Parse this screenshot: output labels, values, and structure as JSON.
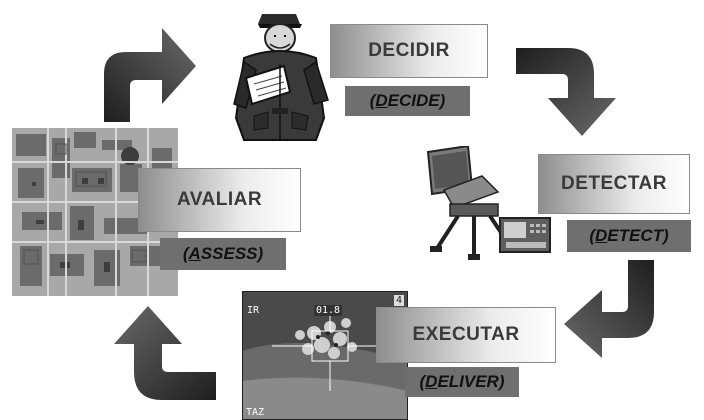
{
  "steps": [
    {
      "id": "decidir",
      "label": "DECIDIR",
      "english_prefix": "(",
      "english_initial": "D",
      "english_rest": "ECIDE)"
    },
    {
      "id": "detectar",
      "label": "DETECTAR",
      "english_prefix": "(",
      "english_initial": "D",
      "english_rest": "ETECT)"
    },
    {
      "id": "executar",
      "label": "EXECUTAR",
      "english_prefix": "(",
      "english_initial": "D",
      "english_rest": "ELIVER)"
    },
    {
      "id": "avaliar",
      "label": "AVALIAR",
      "english_prefix": "(",
      "english_initial": "A",
      "english_rest": "SSESS)"
    }
  ],
  "targeting_overlay": {
    "top_left": "IR",
    "top_center": "01.8",
    "top_right": "4",
    "bottom_left": "TAZ"
  },
  "colors": {
    "arrow_dark": "#1e1e1e",
    "arrow_light": "#7a7a7a",
    "subtitle_bg": "#6f6f6f",
    "box_text": "#3a3a3a"
  },
  "icons": [
    "soldier-with-clipboard-image",
    "radar-antenna-image",
    "aerial-facility-photo",
    "targeting-pod-image",
    "cycle-arrow"
  ]
}
